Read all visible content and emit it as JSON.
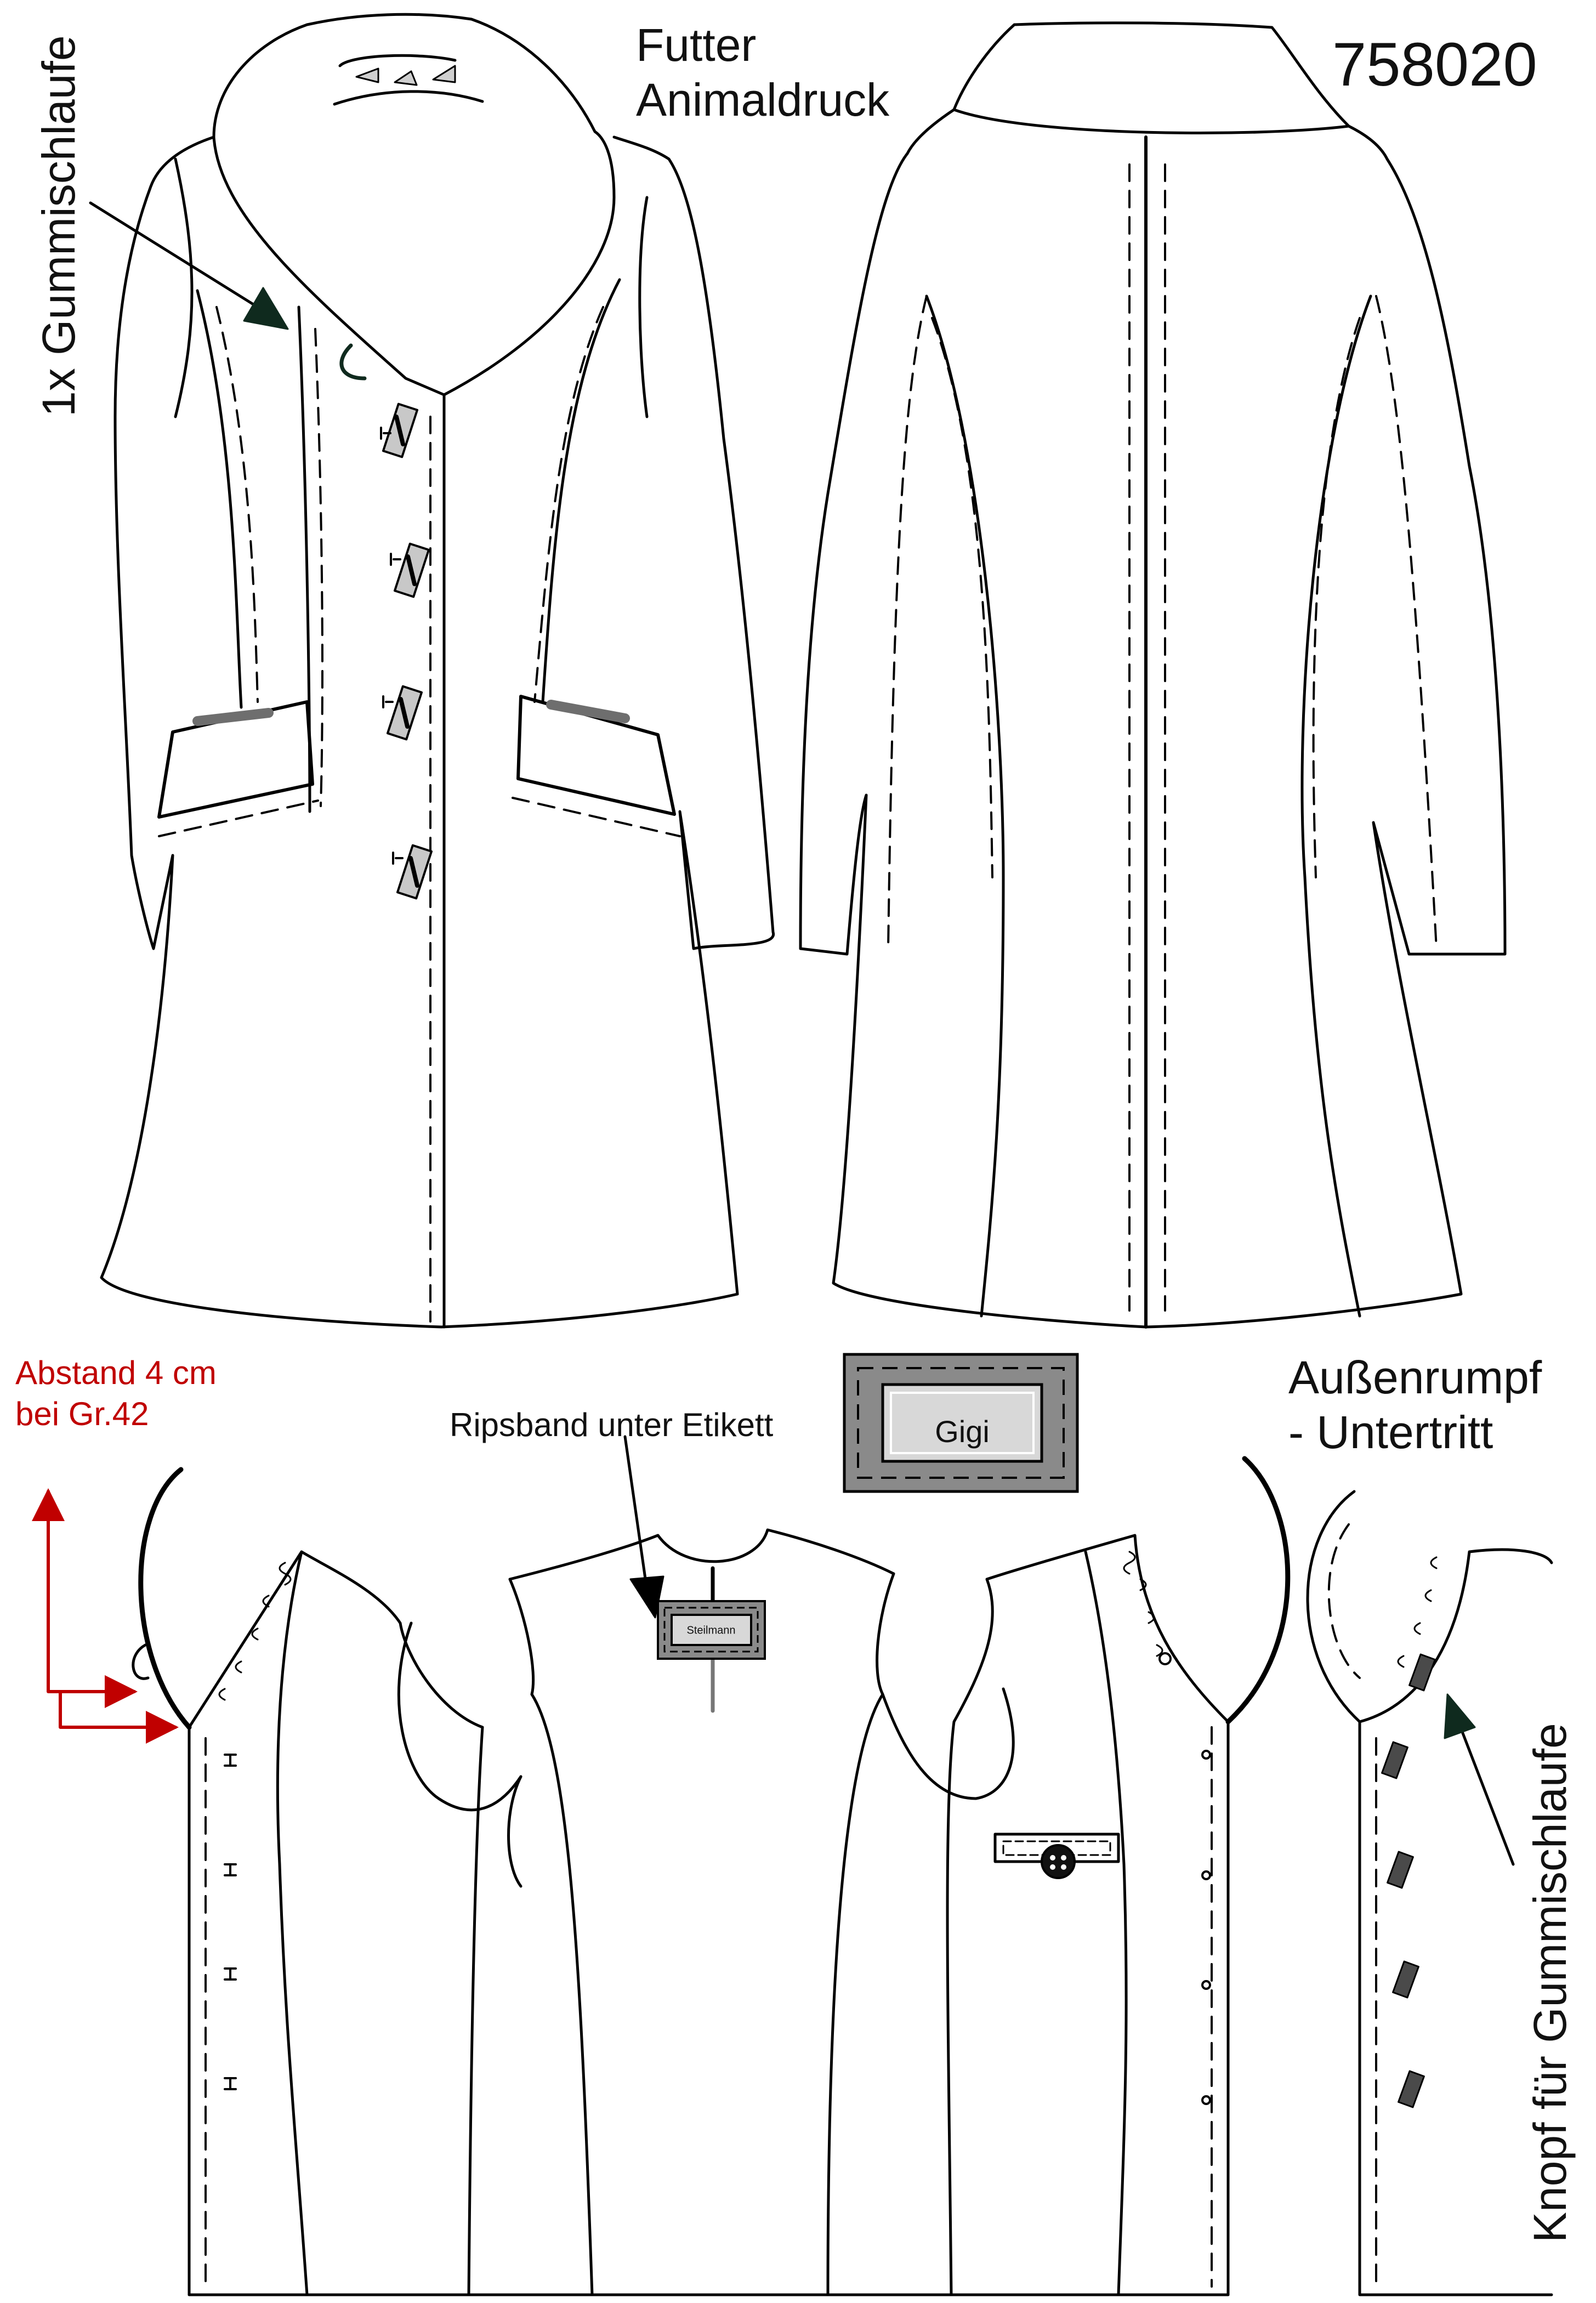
{
  "style_number": "758020",
  "lining_note": {
    "line1": "Futter",
    "line2": "Animaldruck"
  },
  "elastic_loop_note": "1x Gummischlaufe",
  "ribbon_note": "Ripsband unter Etikett",
  "label_text": "Gigi",
  "small_label_text": "Steilmann",
  "spacing_note": {
    "line1": "Abstand 4 cm",
    "line2": "bei Gr.42"
  },
  "outer_body_note": {
    "line1": "Außenrumpf",
    "line2": "- Untertritt"
  },
  "button_note": "Knopf für Gummischlaufe",
  "colors": {
    "line": "#000000",
    "annotation_red": "#c00000",
    "arrow_dark": "#0f2a1e",
    "toggle_fill": "#c8c8c8",
    "label_outer": "#8a8a8a",
    "label_inner": "#d8d8d8",
    "button_tab": "#4a4a4a"
  }
}
